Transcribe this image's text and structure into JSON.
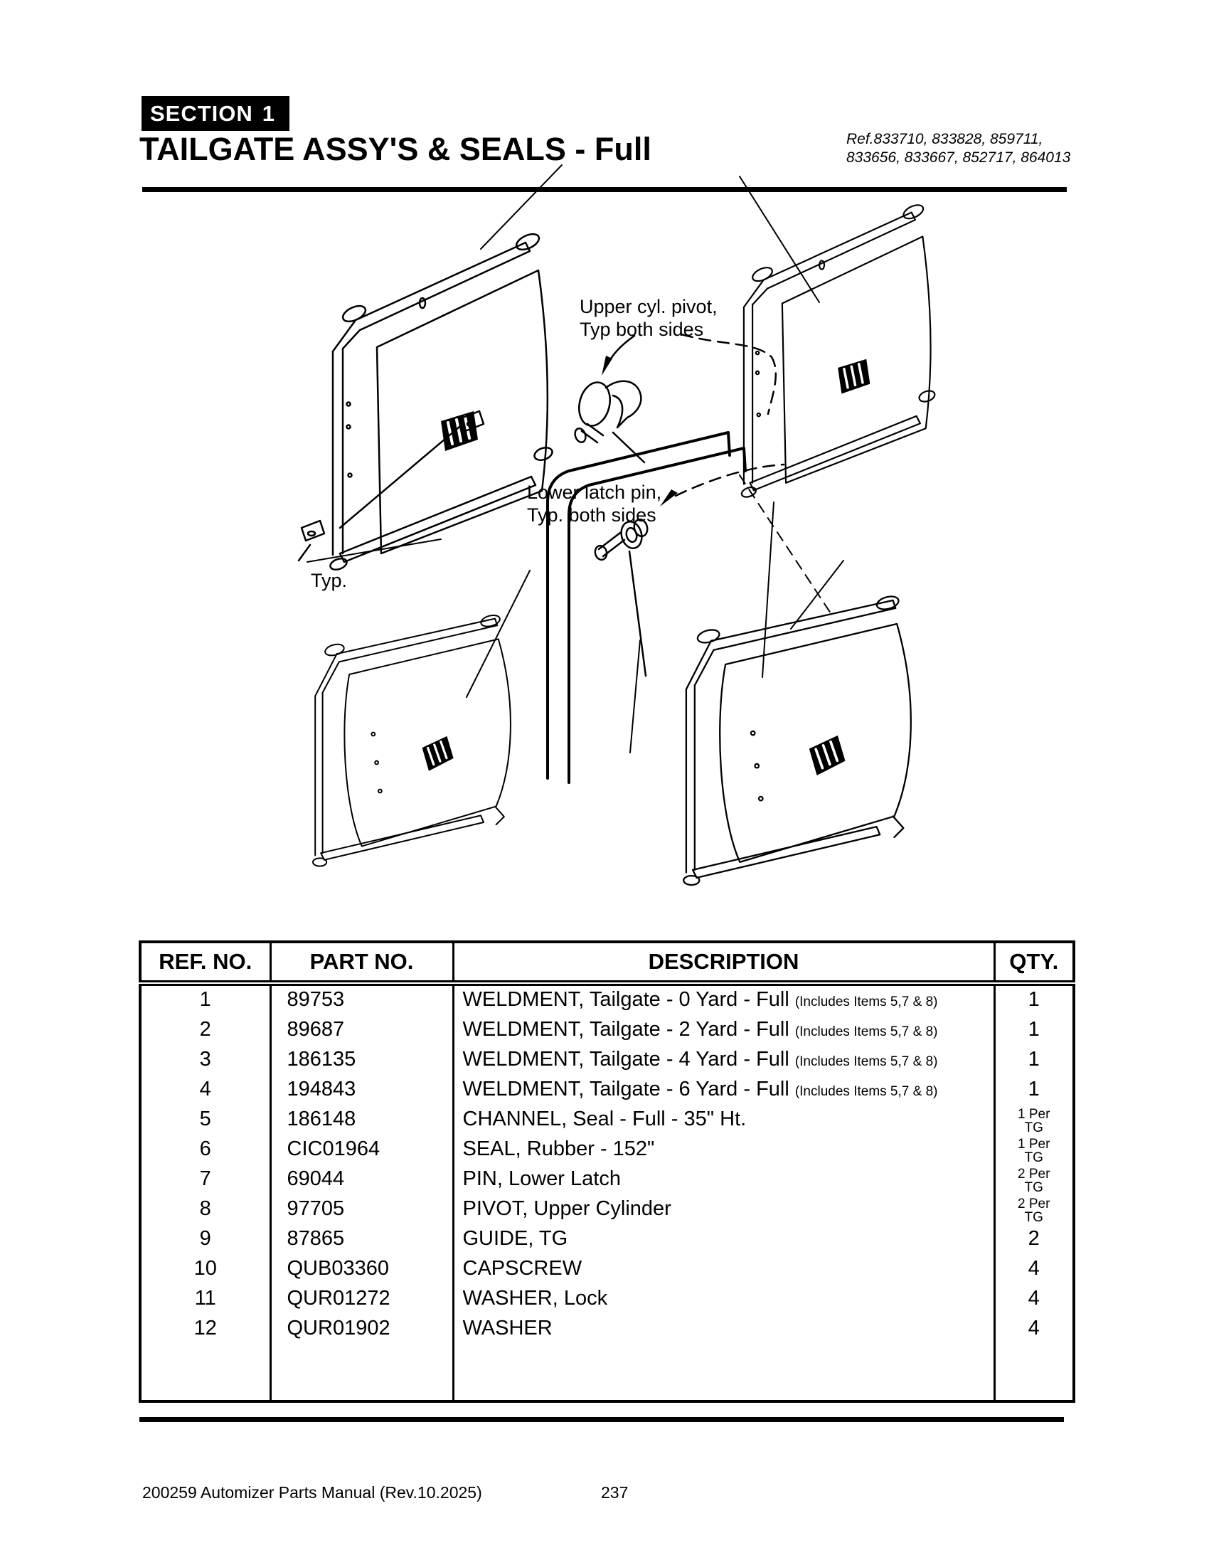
{
  "header": {
    "section_label": "SECTION",
    "section_number": "1",
    "title": "TAILGATE ASSY'S & SEALS - Full",
    "ref_lines": [
      "Ref.833710, 833828, 859711,",
      "833656, 833667, 852717, 864013"
    ]
  },
  "diagram": {
    "labels": {
      "upper_pivot_line1": "Upper cyl. pivot,",
      "upper_pivot_line2": "Typ both sides",
      "lower_latch_line1": "Lower latch pin,",
      "lower_latch_line2": "Typ. both sides",
      "typ": "Typ."
    }
  },
  "table": {
    "headers": {
      "ref": "REF. NO.",
      "part": "PART NO.",
      "desc": "DESCRIPTION",
      "qty": "QTY."
    },
    "rows": [
      {
        "ref": "1",
        "part": "89753",
        "desc": "WELDMENT, Tailgate - 0 Yard - Full",
        "note": "(Includes Items 5,7 & 8)",
        "qty": [
          "1"
        ]
      },
      {
        "ref": "2",
        "part": "89687",
        "desc": "WELDMENT, Tailgate - 2 Yard - Full",
        "note": "(Includes Items 5,7 & 8)",
        "qty": [
          "1"
        ]
      },
      {
        "ref": "3",
        "part": "186135",
        "desc": "WELDMENT, Tailgate - 4 Yard - Full",
        "note": "(Includes Items 5,7 & 8)",
        "qty": [
          "1"
        ]
      },
      {
        "ref": "4",
        "part": "194843",
        "desc": "WELDMENT, Tailgate - 6 Yard - Full",
        "note": "(Includes Items 5,7 & 8)",
        "qty": [
          "1"
        ]
      },
      {
        "ref": "5",
        "part": "186148",
        "desc": "CHANNEL, Seal - Full - 35\" Ht.",
        "note": "",
        "qty": [
          "1 Per",
          "TG"
        ]
      },
      {
        "ref": "6",
        "part": "CIC01964",
        "desc": "SEAL, Rubber - 152\"",
        "note": "",
        "qty": [
          "1 Per",
          "TG"
        ]
      },
      {
        "ref": "7",
        "part": "69044",
        "desc": "PIN, Lower Latch",
        "note": "",
        "qty": [
          "2 Per",
          "TG"
        ]
      },
      {
        "ref": "8",
        "part": "97705",
        "desc": "PIVOT, Upper Cylinder",
        "note": "",
        "qty": [
          "2 Per",
          "TG"
        ]
      },
      {
        "ref": "9",
        "part": "87865",
        "desc": "GUIDE, TG",
        "note": "",
        "qty": [
          "2"
        ]
      },
      {
        "ref": "10",
        "part": "QUB03360",
        "desc": "CAPSCREW",
        "note": "",
        "qty": [
          "4"
        ]
      },
      {
        "ref": "11",
        "part": "QUR01272",
        "desc": "WASHER, Lock",
        "note": "",
        "qty": [
          "4"
        ]
      },
      {
        "ref": "12",
        "part": "QUR01902",
        "desc": "WASHER",
        "note": "",
        "qty": [
          "4"
        ]
      }
    ]
  },
  "footer": {
    "left": "200259 Automizer Parts Manual (Rev.10.2025)",
    "page": "237"
  }
}
